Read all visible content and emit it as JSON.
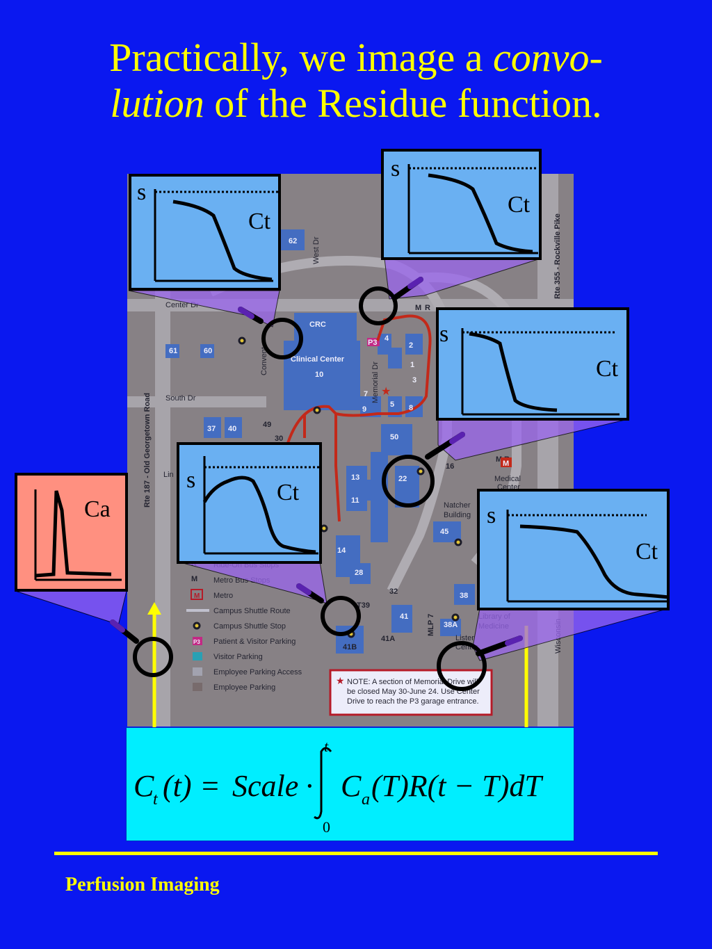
{
  "title": {
    "part1": "Practically, we image a ",
    "part2_italic": "convo-",
    "part3_italic": "lution",
    "part4": " of the Residue function."
  },
  "panels": {
    "ca": {
      "label": "Ca"
    },
    "ct1": {
      "s": "s",
      "label": "Ct"
    },
    "ct2": {
      "s": "s",
      "label": "Ct"
    },
    "ct3": {
      "s": "s",
      "label": "Ct"
    },
    "ct4": {
      "s": "s",
      "label": "Ct"
    },
    "ct5": {
      "s": "s",
      "label": "Ct"
    }
  },
  "map": {
    "roads": [
      "Center Dr",
      "South Dr",
      "West Dr",
      "Memorial Dr",
      "Convent Dr",
      "Rte 355 - Rockville Pike",
      "Rte 187 - Old Georgetown Road",
      "Wisconsin"
    ],
    "buildings": [
      "62",
      "CRC",
      "Clinical Center",
      "10",
      "61",
      "60",
      "37",
      "40",
      "49",
      "30",
      "13",
      "11",
      "14",
      "28",
      "22",
      "50",
      "45",
      "38",
      "38A",
      "41",
      "41A",
      "41B",
      "T39",
      "32",
      "MLP 7",
      "1",
      "2",
      "3",
      "4",
      "5",
      "7",
      "8",
      "9",
      "16",
      "P3"
    ],
    "places": [
      "Natcher Building",
      "Medical Center",
      "National Library of Medicine",
      "Lister Center"
    ],
    "legend": [
      "Ride-On Bus Stops",
      "Metro Bus Stops",
      "Metro",
      "Campus Shuttle Route",
      "Campus Shuttle Stop",
      "Patient & Visitor Parking",
      "Visitor Parking",
      "Employee Parking Access",
      "Employee Parking"
    ],
    "legend_marks": [
      "R",
      "M",
      "M",
      "P3"
    ],
    "note_lines": [
      "NOTE: A section of Memorial Drive will",
      "be closed May 30-June 24. Use Center",
      "Drive to reach the P3 garage entrance."
    ],
    "metro_marks": [
      "M",
      "R"
    ],
    "partial_label": "Lin"
  },
  "equation": {
    "C": "C",
    "t_sub": "t",
    "open": "(t)",
    "eq": " = ",
    "scale": "Scale",
    "dot": "·",
    "upper": "t",
    "lower": "0",
    "Ca": "C",
    "a_sub": "a",
    "rest": "(T)R(t − T)dT"
  },
  "footer": "Perfusion Imaging",
  "colors": {
    "background": "#0a18f0",
    "title": "#ffff00",
    "panel": "#6ab0f2",
    "ca_panel": "#ff9080",
    "equation_box": "#00eeff",
    "route": "#d02000",
    "zoom_cone": "#9a66ee"
  }
}
